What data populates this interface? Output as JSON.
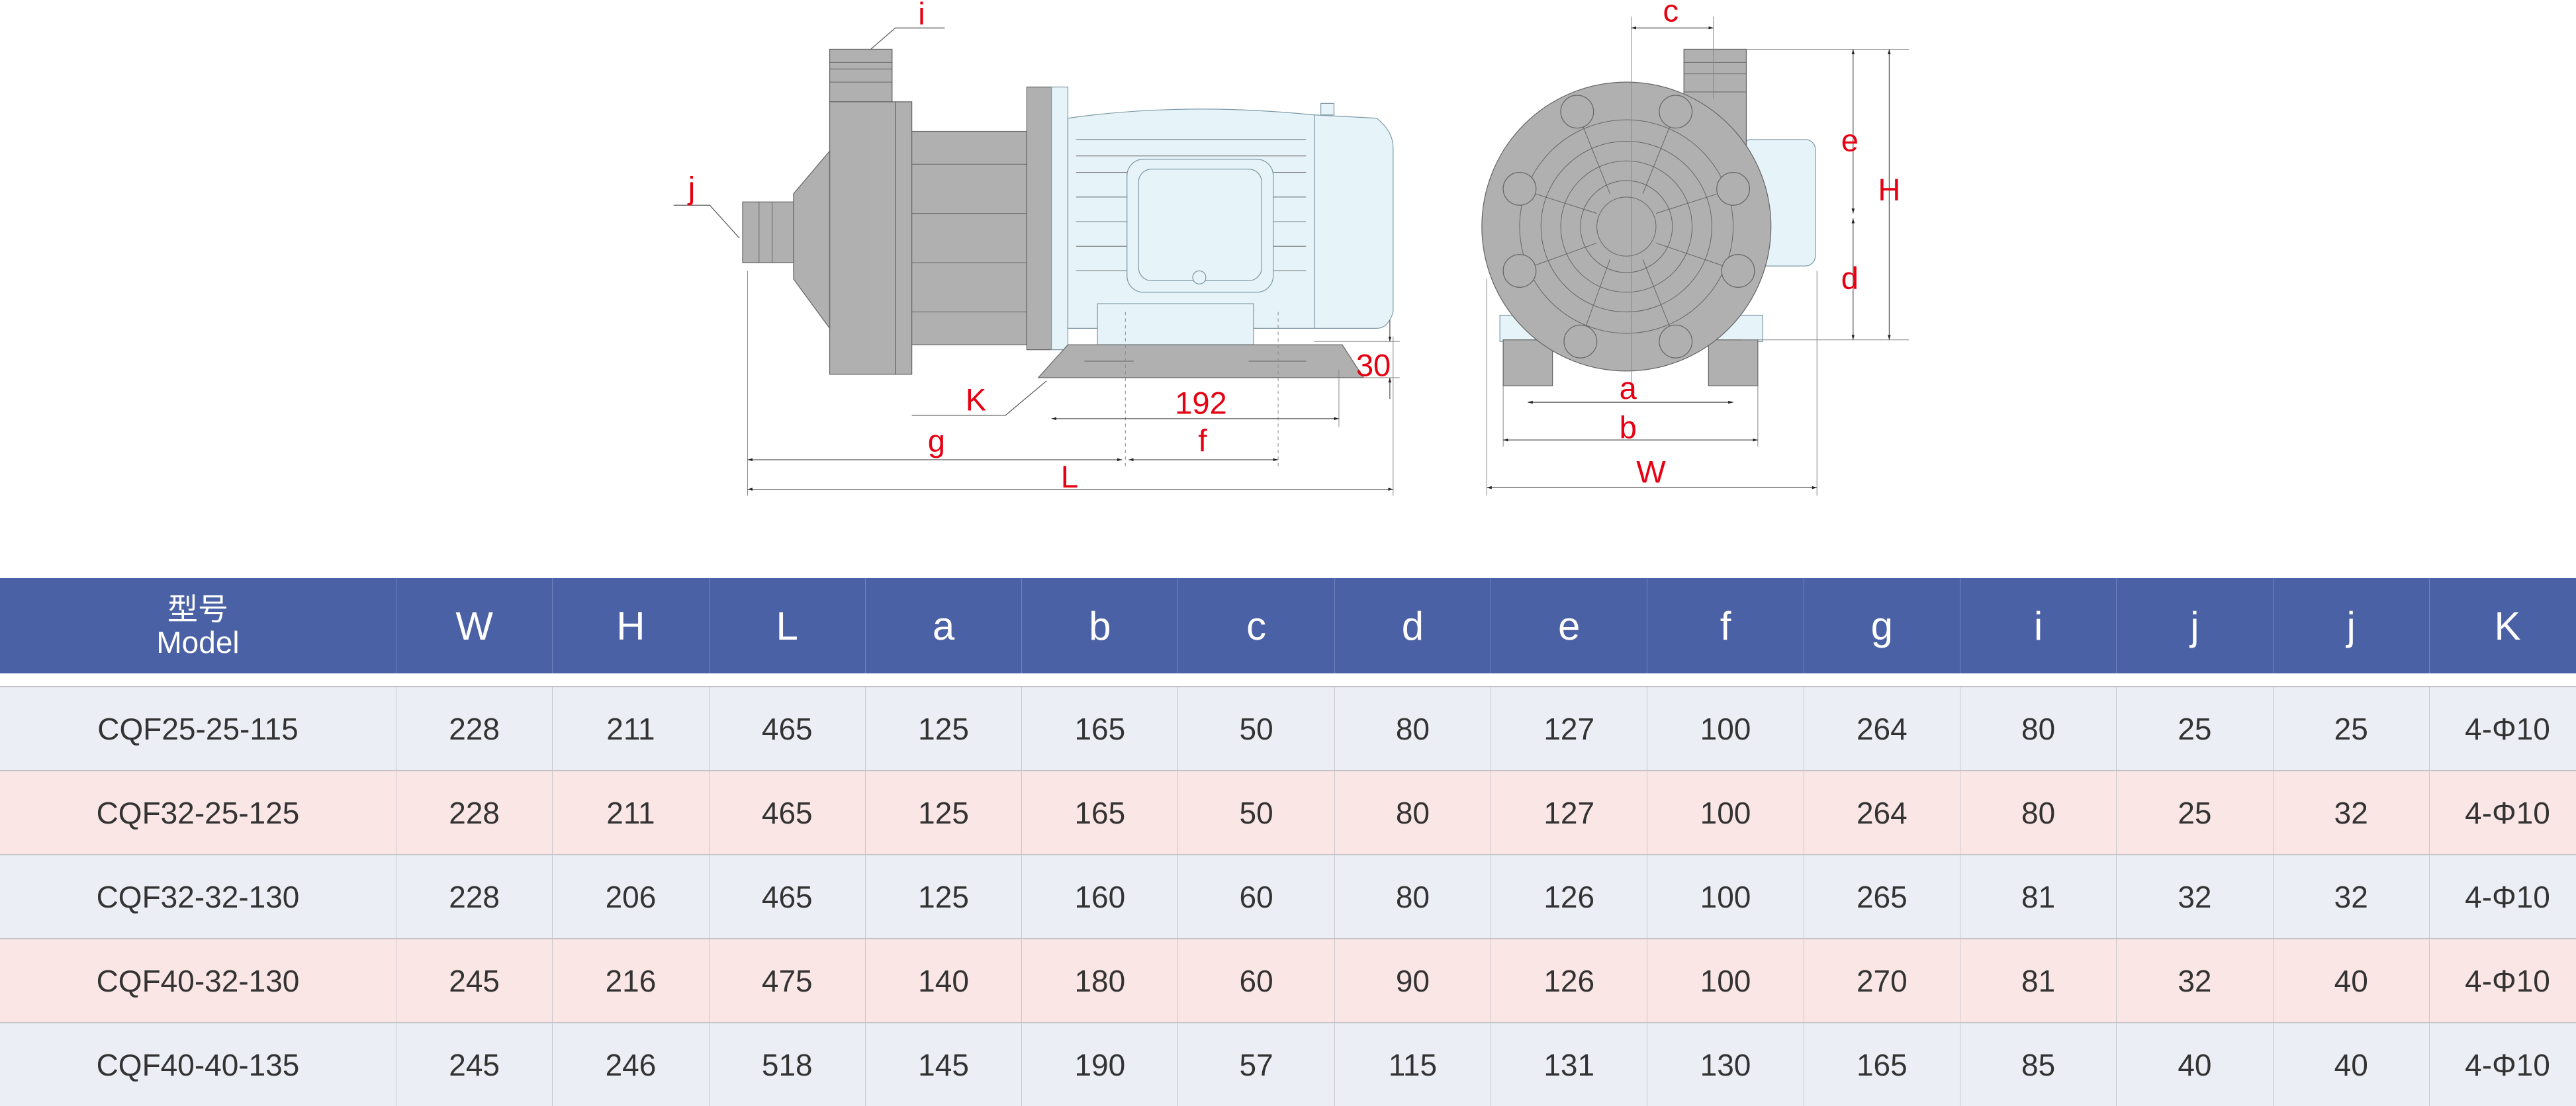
{
  "drawing": {
    "labels": {
      "i": "i",
      "j": "j",
      "K": "K",
      "base_width": "192",
      "base_height": "30",
      "g": "g",
      "f": "f",
      "L": "L",
      "c": "c",
      "e": "e",
      "H": "H",
      "d": "d",
      "a": "a",
      "b": "b",
      "W": "W"
    },
    "colors": {
      "pump_gray": "#b0b0b0",
      "motor_blue": "#e6f4f9",
      "label_red": "#e60012"
    }
  },
  "table": {
    "header_model_cn": "型号",
    "header_model_en": "Model",
    "columns": [
      "W",
      "H",
      "L",
      "a",
      "b",
      "c",
      "d",
      "e",
      "f",
      "g",
      "i",
      "j",
      "j",
      "K"
    ],
    "colors": {
      "header": "#4a61a5",
      "row_odd": "#ebeef5",
      "row_even": "#fbe6e6"
    },
    "rows": [
      {
        "model": "CQF25-25-115",
        "values": [
          "228",
          "211",
          "465",
          "125",
          "165",
          "50",
          "80",
          "127",
          "100",
          "264",
          "80",
          "25",
          "25",
          "4-Φ10"
        ]
      },
      {
        "model": "CQF32-25-125",
        "values": [
          "228",
          "211",
          "465",
          "125",
          "165",
          "50",
          "80",
          "127",
          "100",
          "264",
          "80",
          "25",
          "32",
          "4-Φ10"
        ]
      },
      {
        "model": "CQF32-32-130",
        "values": [
          "228",
          "206",
          "465",
          "125",
          "160",
          "60",
          "80",
          "126",
          "100",
          "265",
          "81",
          "32",
          "32",
          "4-Φ10"
        ]
      },
      {
        "model": "CQF40-32-130",
        "values": [
          "245",
          "216",
          "475",
          "140",
          "180",
          "60",
          "90",
          "126",
          "100",
          "270",
          "81",
          "32",
          "40",
          "4-Φ10"
        ]
      },
      {
        "model": "CQF40-40-135",
        "values": [
          "245",
          "246",
          "518",
          "145",
          "190",
          "57",
          "115",
          "131",
          "130",
          "165",
          "85",
          "40",
          "40",
          "4-Φ10"
        ]
      }
    ]
  }
}
